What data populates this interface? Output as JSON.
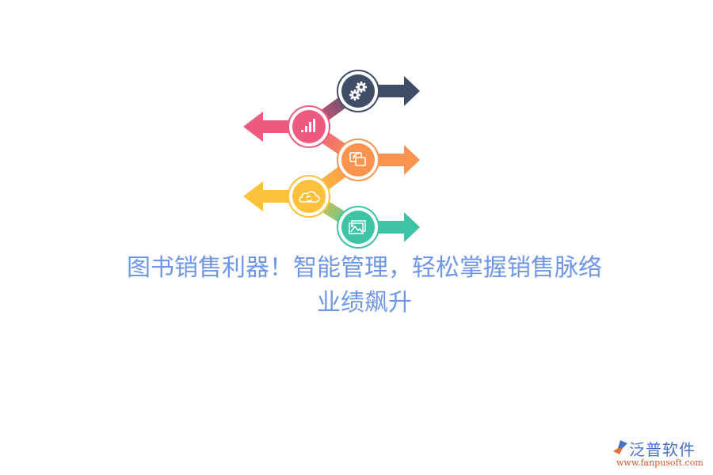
{
  "headline": {
    "line1": "图书销售利器！智能管理，轻松掌握销售脉络",
    "line2": "业绩飙升"
  },
  "infographic": {
    "steps": [
      {
        "icon": "gear-icon",
        "color": "#3f4e66",
        "direction": "right"
      },
      {
        "icon": "bar-chart-icon",
        "color": "#ee5a7f",
        "direction": "left"
      },
      {
        "icon": "screen-cast-icon",
        "color": "#f8944f",
        "direction": "right"
      },
      {
        "icon": "cloud-sync-icon",
        "color": "#fcc13a",
        "direction": "left"
      },
      {
        "icon": "image-gallery-icon",
        "color": "#3cc4a4",
        "direction": "right"
      }
    ]
  },
  "brand": {
    "name": "泛普软件",
    "url": "www.fanpusoft.com"
  }
}
